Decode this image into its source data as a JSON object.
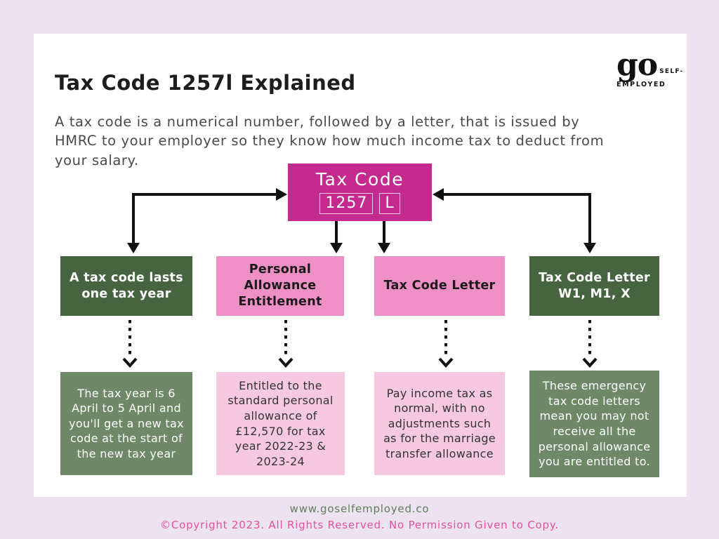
{
  "page": {
    "title": "Tax Code 1257l Explained",
    "intro": "A tax code is a numerical number, followed by a letter, that is issued by HMRC to your employer so they know how much income tax to deduct from your salary.",
    "logo": {
      "main": "go",
      "sub_top": "SELF-",
      "sub_bottom": "EMPLOYED"
    }
  },
  "diagram": {
    "root": {
      "title": "Tax Code",
      "number": "1257",
      "letter": "L"
    },
    "branches": [
      {
        "header": "A tax code lasts one tax year",
        "detail": "The tax year is 6 April to 5 April and you'll get a new tax code at the start of the new tax year"
      },
      {
        "header": "Personal Allowance Entitlement",
        "detail": "Entitled to the standard personal allowance of £12,570 for tax year 2022-23 & 2023-24"
      },
      {
        "header": "Tax Code Letter",
        "detail": "Pay income tax as normal, with no adjustments such as for the marriage transfer allowance"
      },
      {
        "header": "Tax Code Letter W1, M1, X",
        "detail": "These emergency tax code letters mean you may not receive all the personal allowance you are entitled to."
      }
    ]
  },
  "footer": {
    "website": "www.goselfemployed.co",
    "copyright": "©Copyright 2023. All Rights Reserved. No Permission Given to Copy."
  },
  "colors": {
    "background": "#EDE3F0",
    "card": "#FFFFFF",
    "magenta": "#C52B8F",
    "pink_header": "#EE8FC5",
    "pink_light": "#F6C9E0",
    "green_dark": "#466440",
    "green_medium": "#6E8868",
    "footer_url": "#5F7F5C",
    "footer_copyright": "#E6509D",
    "arrow": "#111111"
  }
}
